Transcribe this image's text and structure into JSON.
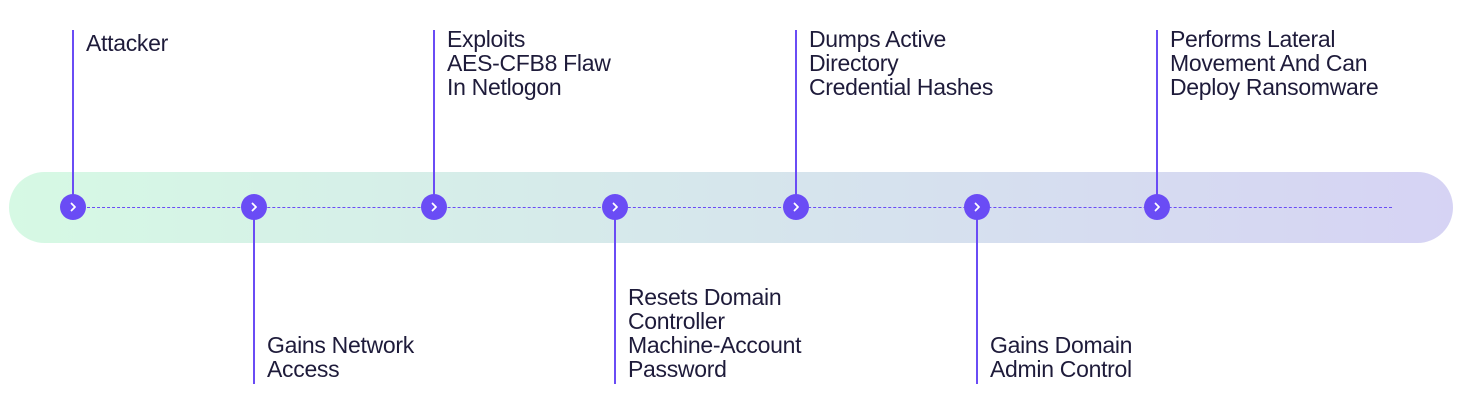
{
  "colors": {
    "accent": "#6a4cf5",
    "track_start": "#d6f9e4",
    "track_end": "#d6d3f4",
    "text": "#1e1b3a"
  },
  "icons": {
    "node": "chevron-right-icon"
  },
  "steps": [
    {
      "label_lines": [
        "Attacker"
      ],
      "position": "above"
    },
    {
      "label_lines": [
        "Gains Network",
        "Access"
      ],
      "position": "below"
    },
    {
      "label_lines": [
        "Exploits",
        "AES-CFB8 Flaw",
        "In Netlogon"
      ],
      "position": "above"
    },
    {
      "label_lines": [
        "Resets Domain",
        "Controller",
        "Machine-Account",
        "Password"
      ],
      "position": "below"
    },
    {
      "label_lines": [
        "Dumps Active",
        "Directory",
        "Credential Hashes"
      ],
      "position": "above"
    },
    {
      "label_lines": [
        "Gains Domain",
        "Admin Control"
      ],
      "position": "below"
    },
    {
      "label_lines": [
        "Performs Lateral",
        "Movement And Can",
        "Deploy Ransomware"
      ],
      "position": "above"
    }
  ]
}
